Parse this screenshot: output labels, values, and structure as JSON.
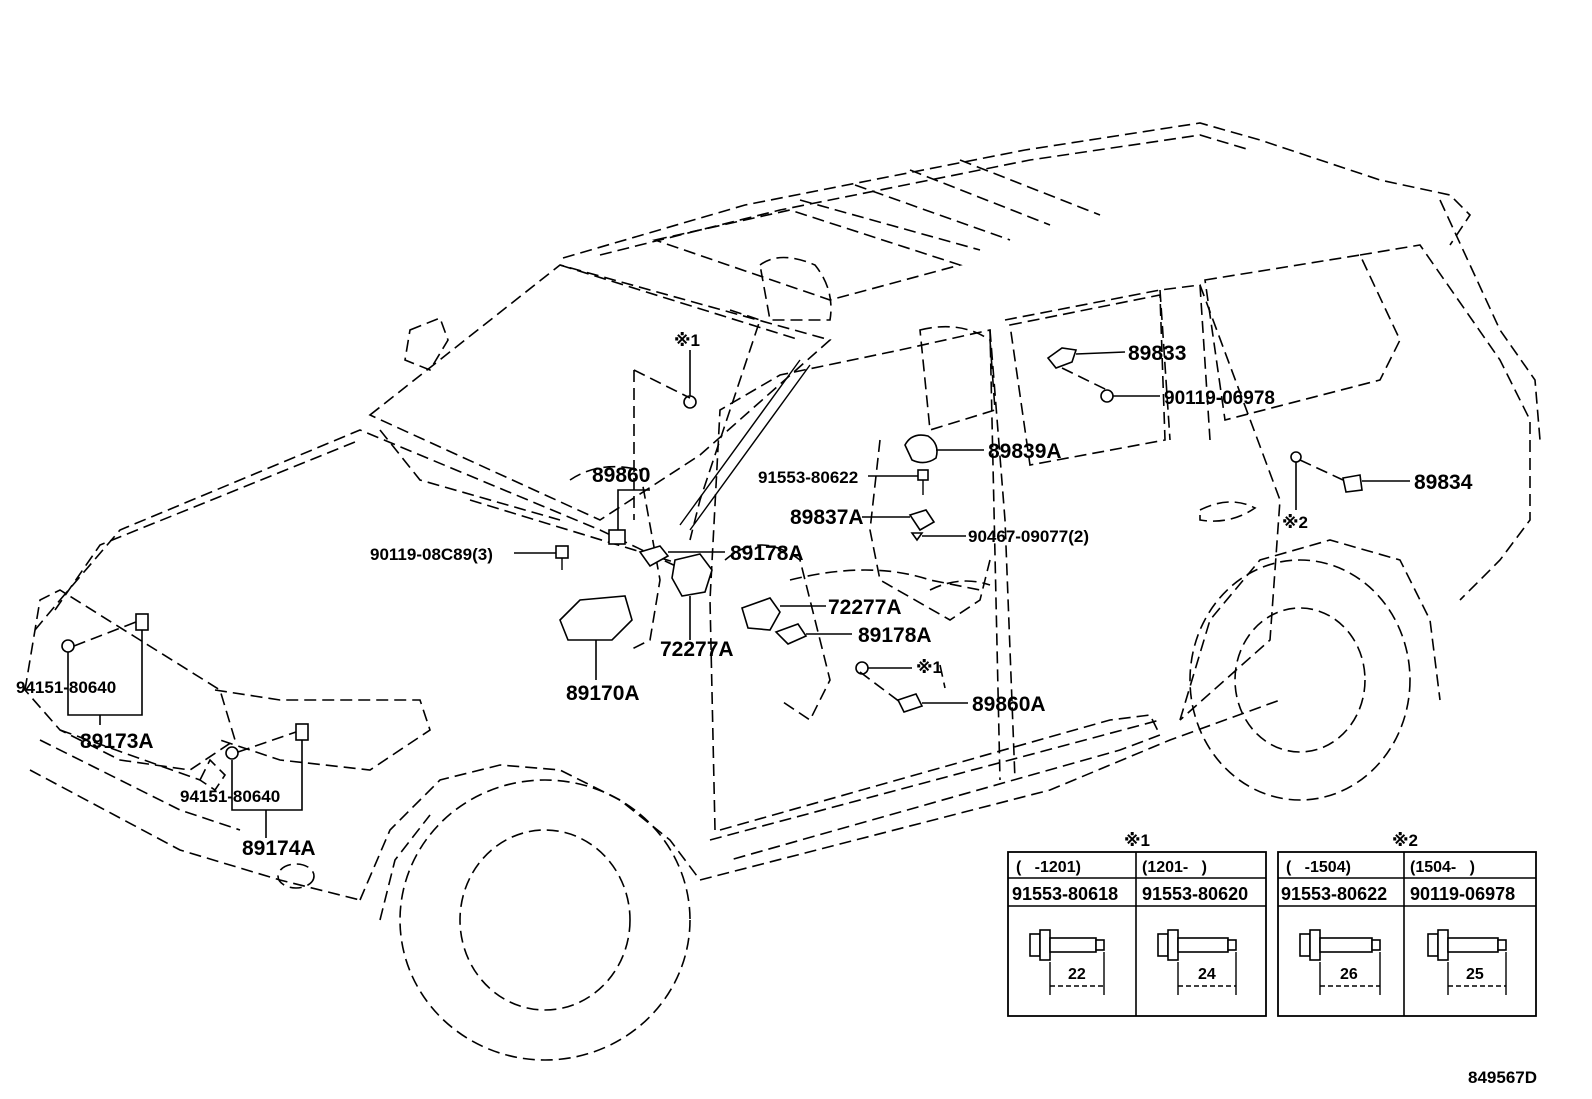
{
  "diagram_id": "849567D",
  "callouts": {
    "p89833": "89833",
    "p90119_06978": "90119-06978",
    "p89839A": "89839A",
    "p89834": "89834",
    "p91553_80622": "91553-80622",
    "p89837A": "89837A",
    "p90467": "90467-09077(2)",
    "p89860": "89860",
    "p89178A_1": "89178A",
    "p90119_08C89": "90119-08C89(3)",
    "p72277A_1": "72277A",
    "p72277A_2": "72277A",
    "p89178A_2": "89178A",
    "p89170A": "89170A",
    "p89860A": "89860A",
    "p94151_1": "94151-80640",
    "p89173A": "89173A",
    "p94151_2": "94151-80640",
    "p89174A": "89174A",
    "note1_a": "※1",
    "note1_b": "※1",
    "note2_a": "※2"
  },
  "tables": [
    {
      "mark": "※1",
      "columns": [
        {
          "range": "(   -1201)",
          "part": "91553-80618",
          "length": "22"
        },
        {
          "range": "(1201-   )",
          "part": "91553-80620",
          "length": "24"
        }
      ]
    },
    {
      "mark": "※2",
      "columns": [
        {
          "range": "(   -1504)",
          "part": "91553-80622",
          "length": "26"
        },
        {
          "range": "(1504-   )",
          "part": "90119-06978",
          "length": "25"
        }
      ]
    }
  ]
}
